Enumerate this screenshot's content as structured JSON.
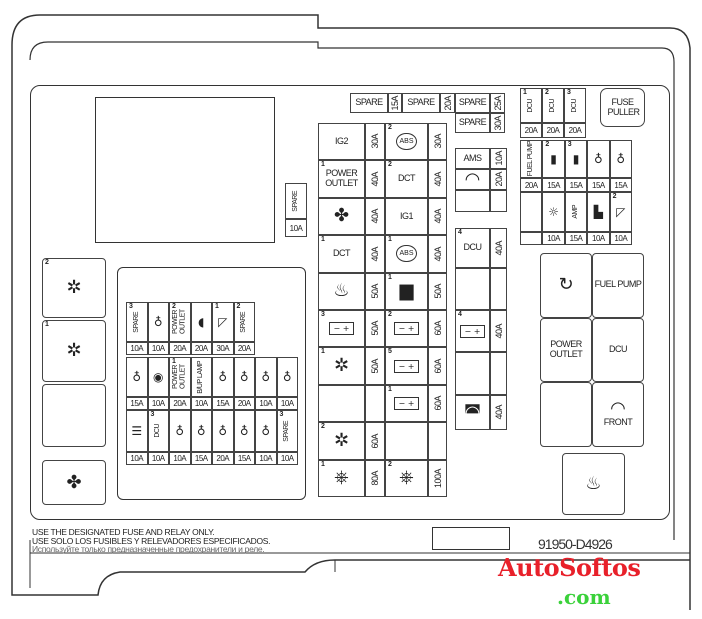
{
  "spare_top": [
    {
      "label": "SPARE",
      "amp": "15A"
    },
    {
      "label": "SPARE",
      "amp": "20A"
    },
    {
      "label": "SPARE",
      "amp": "25A"
    },
    {
      "label": "SPARE",
      "amp": "30A"
    }
  ],
  "spare_single": {
    "label": "SPARE",
    "amp": "10A"
  },
  "main_left": [
    {
      "num": "",
      "label": "IG2",
      "icon": "",
      "amp": "30A"
    },
    {
      "num": "1",
      "label": "POWER OUTLET",
      "icon": "",
      "amp": "40A"
    },
    {
      "num": "",
      "label": "",
      "icon": "fan",
      "amp": "40A"
    },
    {
      "num": "1",
      "label": "DCT",
      "icon": "",
      "amp": "40A"
    },
    {
      "num": "",
      "label": "",
      "icon": "rear-defrost",
      "amp": "50A"
    },
    {
      "num": "3",
      "label": "",
      "icon": "battery",
      "amp": "50A"
    },
    {
      "num": "1",
      "label": "",
      "icon": "cooling-fan",
      "amp": "50A"
    },
    {
      "num": "",
      "label": "",
      "icon": "",
      "amp": ""
    },
    {
      "num": "2",
      "label": "",
      "icon": "cooling-fan",
      "amp": "60A"
    },
    {
      "num": "1",
      "label": "",
      "icon": "steering-wheel",
      "amp": "80A"
    }
  ],
  "main_right": [
    {
      "num": "2",
      "label": "ABS",
      "icon": "abs",
      "amp": "30A"
    },
    {
      "num": "2",
      "label": "DCT",
      "icon": "",
      "amp": "40A"
    },
    {
      "num": "",
      "label": "IG1",
      "icon": "",
      "amp": "40A"
    },
    {
      "num": "1",
      "label": "ABS",
      "icon": "abs",
      "amp": "40A"
    },
    {
      "num": "1",
      "label": "",
      "icon": "trailer",
      "amp": "50A"
    },
    {
      "num": "2",
      "label": "",
      "icon": "battery",
      "amp": "60A"
    },
    {
      "num": "5",
      "label": "",
      "icon": "battery",
      "amp": "60A"
    },
    {
      "num": "1",
      "label": "",
      "icon": "battery",
      "amp": "60A"
    },
    {
      "num": "",
      "label": "",
      "icon": "",
      "amp": ""
    },
    {
      "num": "2",
      "label": "",
      "icon": "steering-wheel",
      "amp": "100A"
    }
  ],
  "ams_block": [
    {
      "num": "",
      "label": "AMS",
      "icon": "",
      "amp": "10A"
    },
    {
      "num": "",
      "label": "",
      "icon": "wiper",
      "amp": "20A"
    },
    {
      "num": "",
      "label": "",
      "icon": "",
      "amp": ""
    }
  ],
  "mid_block": [
    {
      "num": "4",
      "label": "DCU",
      "icon": "",
      "amp": "40A"
    },
    {
      "num": "",
      "label": "",
      "icon": "",
      "amp": ""
    },
    {
      "num": "4",
      "label": "",
      "icon": "battery",
      "amp": "40A"
    },
    {
      "num": "",
      "label": "",
      "icon": "",
      "amp": ""
    },
    {
      "num": "",
      "label": "",
      "icon": "suv",
      "amp": "40A"
    }
  ],
  "top_right": {
    "row1": [
      {
        "num": "1",
        "label": "DCU",
        "icon": "",
        "amp": "20A"
      },
      {
        "num": "2",
        "label": "DCU",
        "icon": "",
        "amp": "20A"
      },
      {
        "num": "3",
        "label": "DCU",
        "icon": "",
        "amp": "20A"
      }
    ],
    "row2": [
      {
        "num": "",
        "label": "FUEL PUMP",
        "icon": "",
        "amp": "20A"
      },
      {
        "num": "2",
        "label": "",
        "icon": "relay",
        "amp": "15A"
      },
      {
        "num": "3",
        "label": "",
        "icon": "relay",
        "amp": "15A"
      },
      {
        "num": "",
        "label": "",
        "icon": "bulb",
        "amp": "15A"
      },
      {
        "num": "",
        "label": "",
        "icon": "bulb",
        "amp": "15A"
      }
    ],
    "row3": [
      {
        "num": "",
        "label": "",
        "icon": "",
        "amp": ""
      },
      {
        "num": "",
        "label": "",
        "icon": "air-conditioner",
        "amp": "10A"
      },
      {
        "num": "",
        "label": "AMP",
        "icon": "",
        "amp": "15A"
      },
      {
        "num": "",
        "label": "",
        "icon": "seat-heater",
        "amp": "10A"
      },
      {
        "num": "2",
        "label": "",
        "icon": "mirror",
        "amp": "10A"
      }
    ]
  },
  "fuse_puller": "FUSE PULLER",
  "relays": [
    {
      "label": "",
      "icon": "circular-arrow"
    },
    {
      "label": "FUEL PUMP",
      "icon": ""
    },
    {
      "label": "POWER OUTLET",
      "icon": ""
    },
    {
      "label": "DCU",
      "icon": ""
    },
    {
      "label": "",
      "icon": ""
    },
    {
      "label": "FRONT",
      "icon": "wiper"
    }
  ],
  "rear_defrost": {
    "icon": "rear-defrost"
  },
  "left_relays": [
    {
      "num": "2",
      "icon": "cooling-fan"
    },
    {
      "num": "1",
      "icon": "cooling-fan"
    },
    {
      "num": "",
      "icon": ""
    },
    {
      "num": "",
      "icon": "fan"
    }
  ],
  "mini": {
    "row_a": [
      {
        "num": "3",
        "label": "SPARE",
        "icon": "",
        "amp": "10A"
      },
      {
        "num": "",
        "label": "",
        "icon": "bulb",
        "amp": "10A"
      },
      {
        "num": "2",
        "label": "POWER OUTLET",
        "icon": "",
        "amp": "20A"
      },
      {
        "num": "",
        "label": "",
        "icon": "headlamp",
        "amp": "20A"
      },
      {
        "num": "1",
        "label": "",
        "icon": "mirror",
        "amp": "30A"
      },
      {
        "num": "2",
        "label": "SPARE",
        "icon": "",
        "amp": "20A"
      }
    ],
    "row_b": [
      {
        "num": "",
        "label": "",
        "icon": "bulb",
        "amp": "15A"
      },
      {
        "num": "",
        "label": "",
        "icon": "airbag",
        "amp": "10A"
      },
      {
        "num": "1",
        "label": "POWER OUTLET",
        "icon": "",
        "amp": "20A"
      },
      {
        "num": "",
        "label": "B/UP LAMP",
        "icon": "",
        "amp": "10A"
      },
      {
        "num": "",
        "label": "",
        "icon": "bulb",
        "amp": "15A"
      },
      {
        "num": "",
        "label": "",
        "icon": "bulb",
        "amp": "20A"
      },
      {
        "num": "",
        "label": "",
        "icon": "bulb",
        "amp": "10A"
      },
      {
        "num": "",
        "label": "",
        "icon": "bulb",
        "amp": "10A"
      }
    ],
    "row_c": [
      {
        "num": "",
        "label": "",
        "icon": "fog-lamp",
        "amp": "10A"
      },
      {
        "num": "3",
        "label": "DCU",
        "icon": "",
        "amp": "10A"
      },
      {
        "num": "",
        "label": "",
        "icon": "bulb",
        "amp": "10A"
      },
      {
        "num": "",
        "label": "",
        "icon": "bulb",
        "amp": "15A"
      },
      {
        "num": "",
        "label": "",
        "icon": "bulb",
        "amp": "20A"
      },
      {
        "num": "",
        "label": "",
        "icon": "bulb",
        "amp": "15A"
      },
      {
        "num": "",
        "label": "",
        "icon": "bulb",
        "amp": "10A"
      },
      {
        "num": "3",
        "label": "SPARE",
        "icon": "",
        "amp": "10A"
      }
    ]
  },
  "footer": {
    "line1": "USE THE DESIGNATED FUSE AND RELAY ONLY.",
    "line2": "USE SOLO LOS FUSIBLES Y RELEVADORES ESPECIFICADOS.",
    "line3": "Используйте только предназначенные предохранители и реле.",
    "part_number": "91950-D4926"
  },
  "watermark": {
    "line1": "AutoSoftos",
    "line2": ".com",
    "color1": "#e8202a",
    "color2": "#3ad13a"
  }
}
